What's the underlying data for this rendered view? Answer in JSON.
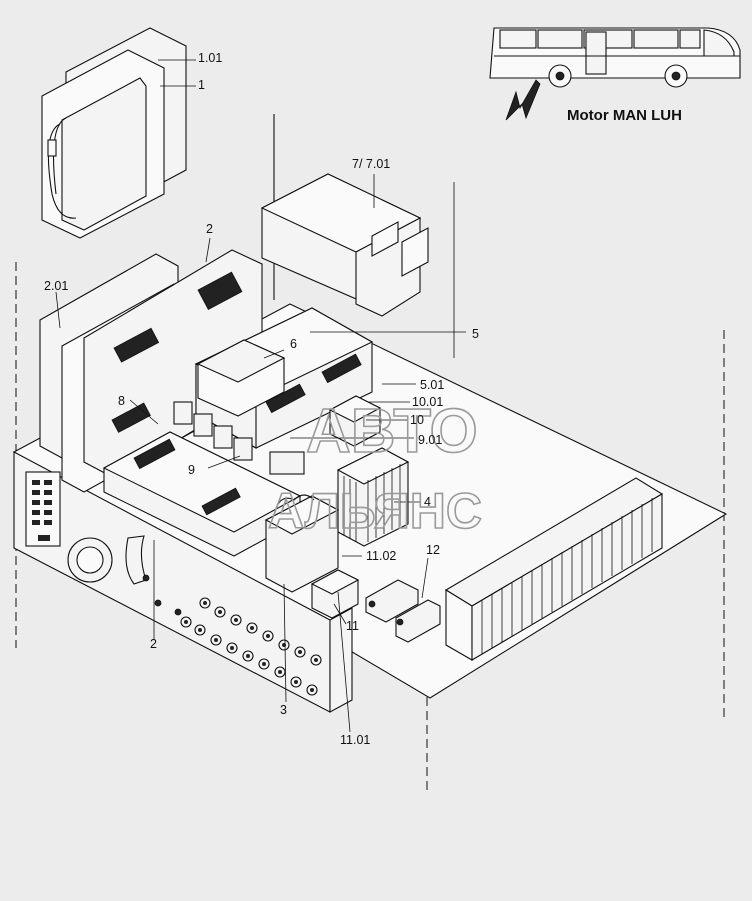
{
  "title": "Motor MAN LUH",
  "labels": {
    "l101": "1.01",
    "l1": "1",
    "l2top": "2",
    "l201": "2.01",
    "l7": "7/ 7.01",
    "l5": "5",
    "l6": "6",
    "l501": "5.01",
    "l1001": "10.01",
    "l10": "10",
    "l901": "9.01",
    "l8": "8",
    "l9": "9",
    "l4": "4",
    "l1102": "11.02",
    "l12": "12",
    "l11": "11",
    "l2bottom": "2",
    "l3": "3",
    "l1101": "11.01"
  },
  "watermark": {
    "line1": "АВТО",
    "line2": "АЛЬЯНС"
  }
}
